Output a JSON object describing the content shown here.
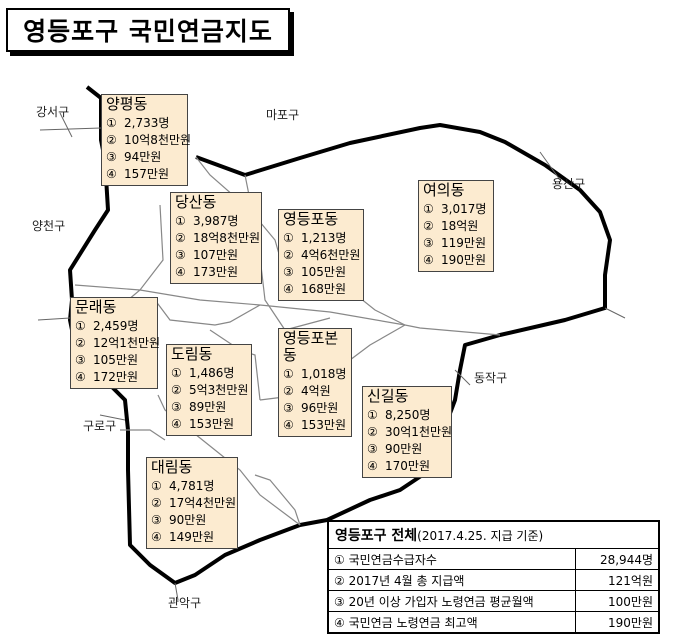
{
  "title": "영등포구 국민연금지도",
  "districts": {
    "gangseo": "강서구",
    "mapo": "마포구",
    "yongsan": "용산구",
    "yangcheon": "양천구",
    "dongjak": "동작구",
    "guro": "구로구",
    "gwanak": "관악구"
  },
  "dongs": [
    {
      "name": "양평동",
      "v1": "2,733명",
      "v2": "10억8천만원",
      "v3": "94만원",
      "v4": "157만원"
    },
    {
      "name": "당산동",
      "v1": "3,987명",
      "v2": "18억8천만원",
      "v3": "107만원",
      "v4": "173만원"
    },
    {
      "name": "영등포동",
      "v1": "1,213명",
      "v2": "4억6천만원",
      "v3": "105만원",
      "v4": "168만원"
    },
    {
      "name": "여의동",
      "v1": "3,017명",
      "v2": "18억원",
      "v3": "119만원",
      "v4": "190만원"
    },
    {
      "name": "문래동",
      "v1": "2,459명",
      "v2": "12억1천만원",
      "v3": "105만원",
      "v4": "172만원"
    },
    {
      "name": "도림동",
      "v1": "1,486명",
      "v2": "5억3천만원",
      "v3": "89만원",
      "v4": "153만원"
    },
    {
      "name": "영등포본동",
      "v1": "1,018명",
      "v2": "4억원",
      "v3": "96만원",
      "v4": "153만원"
    },
    {
      "name": "신길동",
      "v1": "8,250명",
      "v2": "30억1천만원",
      "v3": "90만원",
      "v4": "170만원"
    },
    {
      "name": "대림동",
      "v1": "4,781명",
      "v2": "17억4천만원",
      "v3": "90만원",
      "v4": "149만원"
    }
  ],
  "markers": [
    "①",
    "②",
    "③",
    "④"
  ],
  "summary": {
    "title": "영등포구 전체",
    "date": "(2017.4.25. 지급 기준)",
    "rows": [
      {
        "label": "① 국민연금수급자수",
        "value": "28,944명"
      },
      {
        "label": "② 2017년 4월 총 지급액",
        "value": "121억원"
      },
      {
        "label": "③ 20년 이상 가입자 노령연금 평균월액",
        "value": "100만원"
      },
      {
        "label": "④ 국민연금 노령연금 최고액",
        "value": "190만원"
      }
    ]
  }
}
